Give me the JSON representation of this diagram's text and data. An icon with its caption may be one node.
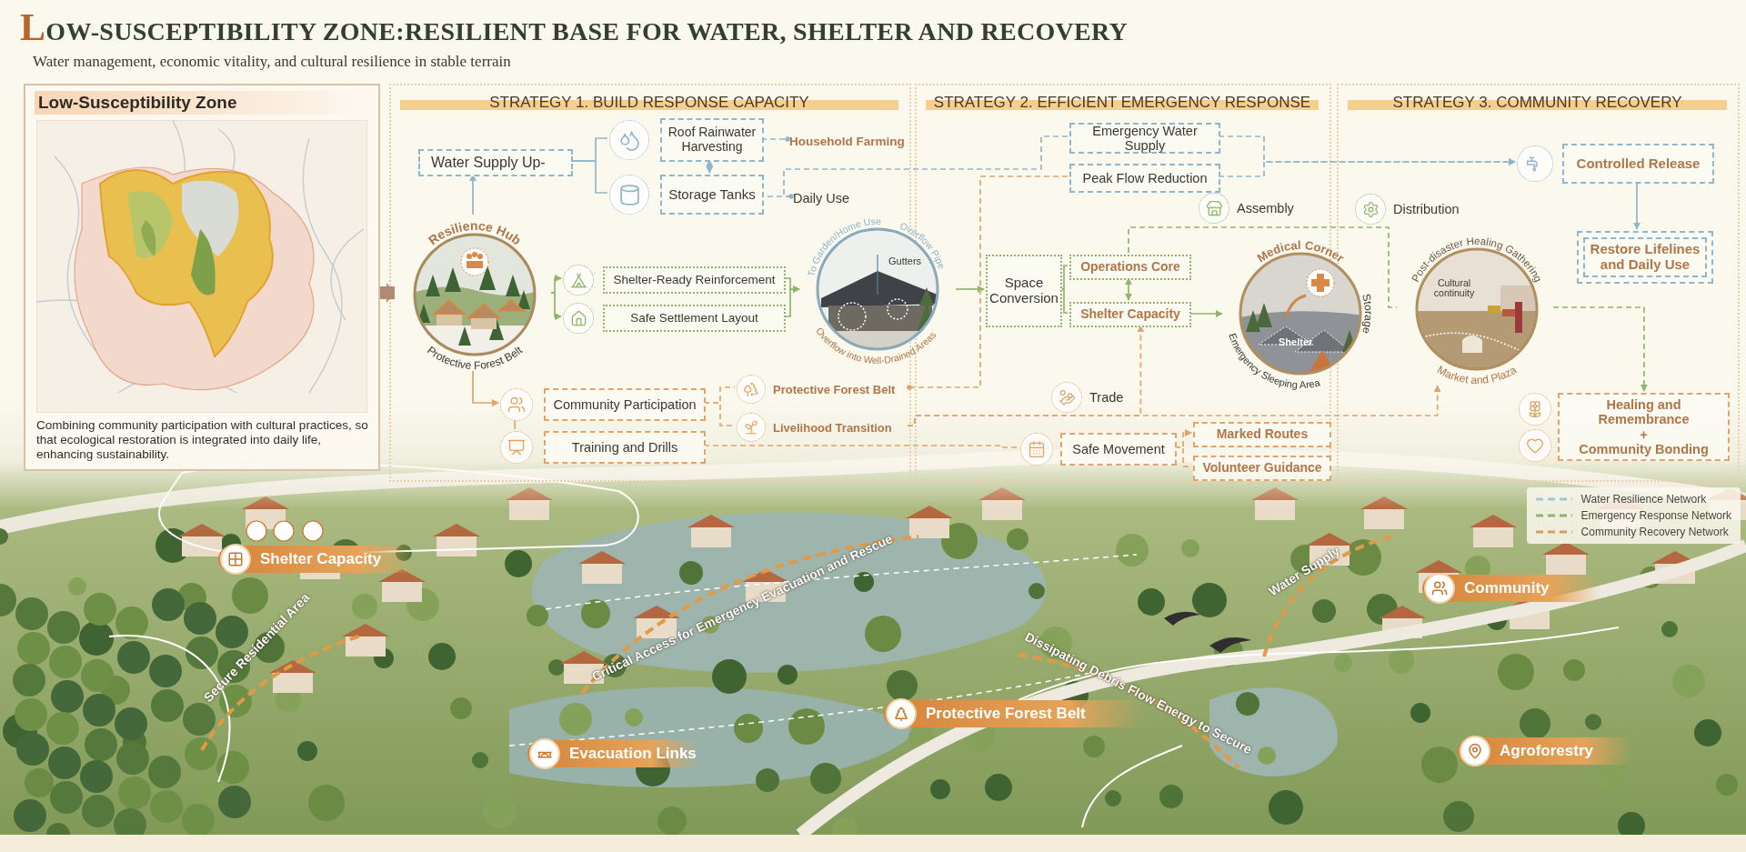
{
  "diagram": {
    "title": "LOW-SUSCEPTIBILITY ZONE:RESILIENT BASE FOR WATER, SHELTER AND RECOVERY",
    "nodes": [
      {
        "text": [
          "Low-Susceptibility Zone",
          "Combining community participation with cultural practices, so that ecological restoration is integrated into daily life, enhancing sustainability."
        ]
      },
      {
        "text": [
          "STRATEGY 1. BUILD RESPONSE CAPACITY"
        ]
      },
      {
        "text": [
          "STRATEGY 2. EFFICIENT EMERGENCY RESPONSE"
        ]
      },
      {
        "text": [
          "STRATEGY 3. COMMUNITY RECOVERY"
        ]
      },
      {
        "text": [
          "Water Supply Up-"
        ],
        "in": 1
      },
      {
        "text": [
          "Roof Rainwater Harvesting"
        ],
        "in": 1
      },
      {
        "text": [
          "Household Farming"
        ],
        "in": 1
      },
      {
        "text": [
          "Storage Tanks"
        ],
        "in": 1
      },
      {
        "text": [
          "Daily Use"
        ],
        "in": 1
      },
      {
        "text": [
          "Resilience Hub",
          "Protective Forest Belt"
        ],
        "in": 1
      },
      {
        "text": [
          "Shelter-Ready Reinforcement"
        ],
        "in": 1
      },
      {
        "text": [
          "Safe Settlement Layout"
        ],
        "in": 1
      },
      {
        "text": [
          "To Garden/Home Use",
          "Overflow into Well-Drained Areas",
          "Gutters",
          "Overflow Pipe"
        ]
      },
      {
        "text": [
          "Community Participation"
        ],
        "in": 1
      },
      {
        "text": [
          "Training and Drills"
        ],
        "in": 1
      },
      {
        "text": [
          "Protective Forest Belt"
        ],
        "in": 1
      },
      {
        "text": [
          "Livelihood Transition"
        ],
        "in": 1
      },
      {
        "text": [
          "Emergency Water Supply"
        ],
        "in": 2
      },
      {
        "text": [
          "Peak Flow Reduction"
        ],
        "in": 2
      },
      {
        "text": [
          "Space Conversion"
        ],
        "in": 2
      },
      {
        "text": [
          "Operations Core"
        ],
        "in": 2
      },
      {
        "text": [
          "Shelter Capacity"
        ],
        "in": 2
      },
      {
        "text": [
          "Medical Corner",
          "Shelter",
          "Storage",
          "Emergency Sleeping Area"
        ]
      },
      {
        "text": [
          "Safe Movement"
        ],
        "in": 2
      },
      {
        "text": [
          "Marked Routes"
        ],
        "in": 2
      },
      {
        "text": [
          "Volunteer Guidance"
        ],
        "in": 2
      },
      {
        "text": [
          "Controlled Release"
        ],
        "in": 3
      },
      {
        "text": [
          "Restore Lifelines and Daily Use"
        ],
        "in": 3
      },
      {
        "text": [
          "Post-disaster Healing Gathering",
          "Cultural continuity",
          "Market and Plaza"
        ],
        "in": 3
      },
      {
        "text": [
          "Healing and Remembrance",
          "+",
          "Community Bonding"
        ],
        "in": 3
      },
      {
        "text": [
          "Shelter Capacity"
        ]
      },
      {
        "text": [
          "Evacuation Links"
        ]
      },
      {
        "text": [
          "Protective Forest Belt"
        ]
      },
      {
        "text": [
          "Community"
        ]
      },
      {
        "text": [
          "Agroforestry"
        ]
      }
    ],
    "edges": [
      {
        "from": 0,
        "to": 9,
        "arrow": "to",
        "style": "thick",
        "color": "#b08a72"
      },
      {
        "from": 9,
        "to": 4,
        "arrow": "to",
        "color": "#8fb6cb"
      },
      {
        "from": 4,
        "to": 5,
        "arrow": "none",
        "color": "#8fb6cb"
      },
      {
        "from": 4,
        "to": 7,
        "arrow": "none",
        "color": "#8fb6cb"
      },
      {
        "from": 5,
        "to": 7,
        "arrow": "both",
        "color": "#8fb6cb"
      },
      {
        "from": 5,
        "to": 6,
        "arrow": "other",
        "style": "dashed",
        "color": "#8fb6cb"
      },
      {
        "from": 7,
        "to": 8,
        "arrow": "other",
        "style": "dashed",
        "color": "#8fb6cb"
      },
      {
        "from": 8,
        "to": 17,
        "arrow": "none",
        "style": "dashed",
        "color": "#8fb6cb"
      },
      {
        "from": 17,
        "to": 26,
        "arrow": "to",
        "style": "dashed",
        "color": "#8fb6cb"
      },
      {
        "from": 18,
        "to": 26,
        "arrow": "to",
        "style": "dashed",
        "color": "#8fb6cb"
      },
      {
        "from": 26,
        "to": 27,
        "arrow": "to",
        "color": "#8fb6cb"
      },
      {
        "from": 9,
        "to": 10,
        "arrow": "to",
        "color": "#8fb56c"
      },
      {
        "from": 9,
        "to": 11,
        "arrow": "to",
        "color": "#8fb56c"
      },
      {
        "from": 10,
        "to": 12,
        "arrow": "to",
        "color": "#8fb56c"
      },
      {
        "from": 11,
        "to": 12,
        "arrow": "to",
        "color": "#8fb56c"
      },
      {
        "from": 12,
        "to": 19,
        "arrow": "to",
        "color": "#8fb56c"
      },
      {
        "from": 19,
        "to": 20,
        "arrow": "none",
        "color": "#8fb56c"
      },
      {
        "from": 19,
        "to": 21,
        "arrow": "none",
        "color": "#8fb56c"
      },
      {
        "from": 20,
        "to": 21,
        "arrow": "both",
        "color": "#8fb56c"
      },
      {
        "from": 21,
        "to": 22,
        "arrow": "to",
        "color": "#8fb56c"
      },
      {
        "from": 20,
        "to": 28,
        "arrow": "none",
        "style": "dashed",
        "color": "#8fb56c"
      },
      {
        "from": 28,
        "to": 29,
        "arrow": "to",
        "style": "dashed",
        "color": "#8fb56c"
      },
      {
        "from": 9,
        "to": 13,
        "arrow": "to",
        "color": "#e2a46c"
      },
      {
        "from": 13,
        "to": 14,
        "arrow": "none",
        "color": "#e2a46c"
      },
      {
        "from": 13,
        "to": 15,
        "arrow": "none",
        "style": "dashed",
        "color": "#e2a46c"
      },
      {
        "from": 13,
        "to": 16,
        "arrow": "none",
        "style": "dashed",
        "color": "#e2a46c"
      },
      {
        "from": 18,
        "to": 15,
        "arrow": "other",
        "style": "dashed",
        "color": "#e2a46c"
      },
      {
        "from": 16,
        "to": 21,
        "arrow": "to",
        "style": "dashed",
        "color": "#e2a46c"
      },
      {
        "from": 16,
        "to": 28,
        "arrow": "to",
        "style": "dashed",
        "color": "#e2a46c"
      },
      {
        "from": 14,
        "to": 23,
        "arrow": "none",
        "style": "dashed",
        "color": "#e2a46c"
      },
      {
        "from": 23,
        "to": 24,
        "arrow": "to",
        "style": "dashed",
        "color": "#e2a46c"
      },
      {
        "from": 23,
        "to": 25,
        "arrow": "none",
        "style": "dashed",
        "color": "#e2a46c"
      }
    ],
    "labels": [
      "Water management, economic vitality, and cultural resilience in stable terrain",
      "Assembly",
      "Distribution",
      "Trade",
      "Secure Residential Area",
      "Critical Access for Emergency Evacuation and Rescue",
      "Water Supply",
      "Dissipating Debris Flow Energy to Secure"
    ],
    "legend": [
      {
        "text": "Water Resilience Network"
      },
      {
        "text": "Emergency Response Network"
      },
      {
        "text": "Community Recovery Network"
      }
    ]
  }
}
